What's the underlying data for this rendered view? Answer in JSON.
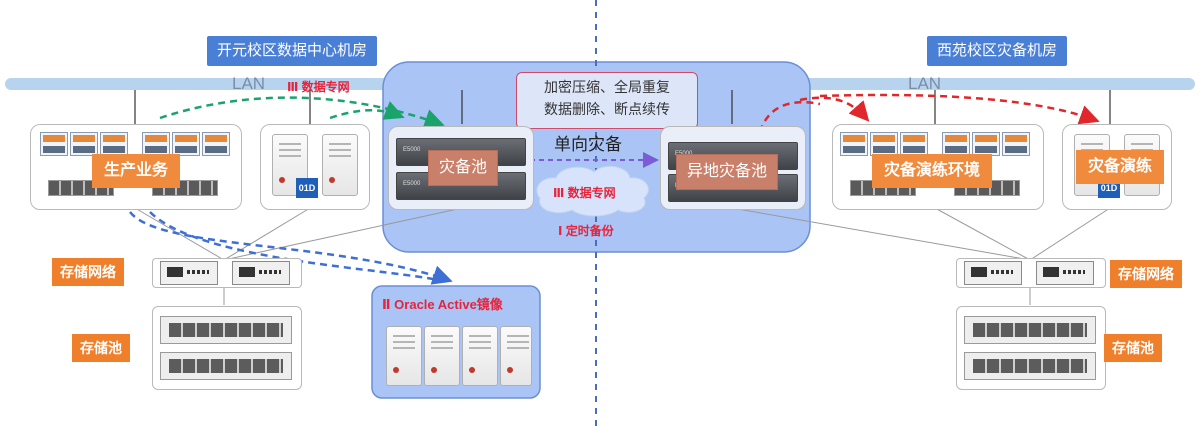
{
  "sites": {
    "left_title": "开元校区数据中心机房",
    "right_title": "西苑校区灾备机房"
  },
  "network": {
    "lan_left": "LAN",
    "lan_right": "LAN",
    "private_net_top": "Ⅲ 数据专网",
    "private_net_cloud": "Ⅲ 数据专网",
    "timed_backup": "Ⅰ 定时备份",
    "oracle_mirror": "Ⅱ Oracle Active镜像"
  },
  "center": {
    "feature_line1": "加密压缩、全局重复",
    "feature_line2": "数据删除、断点续传",
    "one_way": "单向灾备",
    "dr_pool": "灾备池",
    "remote_dr_pool": "异地灾备池"
  },
  "left": {
    "production": "生产业务",
    "storage_network": "存储网络",
    "storage_pool": "存储池"
  },
  "right": {
    "drill_env": "灾备演练环境",
    "drill": "灾备演练",
    "storage_network": "存储网络",
    "storage_pool": "存储池"
  },
  "device": {
    "array_brand": "E5000",
    "badge": "01D"
  },
  "colors": {
    "site_title_bg": "#4a7fd6",
    "orange_label": "#ef7f2a",
    "center_zone": "#a9c4f5",
    "red_text": "#e8233c",
    "green_arrow": "#1aa36b",
    "blue_arrow": "#3d6fd6",
    "red_arrow": "#e0272b"
  }
}
